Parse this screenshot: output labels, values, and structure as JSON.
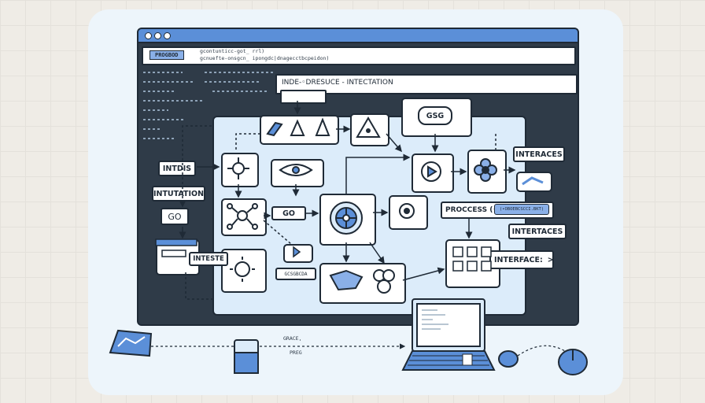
{
  "window": {
    "tag": "PROGBOD",
    "code_line_1": "gcontunticc-got_ rrl)",
    "code_line_2": "gcnuefte-onsgcn_ ipongdc|dnagecctbcpeidon)"
  },
  "labels": {
    "top_banner": "INDE-◦DRESUCE - INTECTATION",
    "gsg": "GSG",
    "go_center": "GO",
    "intdis": "INTDIS",
    "intutation": "INTUTATION",
    "go_left": "GO",
    "inteste": "INTESTE",
    "interaces_top": "INTERACES",
    "process": "PROCCESS (•",
    "process_chip": "(•OBOEBCSCCI.BKT)",
    "intertaces": "INTERTACES",
    "interface": "INTERFACE:",
    "small_chip": "GCSGBCDA",
    "connector_note_1": "GRACE,",
    "connector_note_2": "PREG"
  },
  "colors": {
    "accent": "#5b8fd8",
    "light_blue": "#dcecfa",
    "dark": "#1f2a36",
    "panel_bg": "#2f3b48"
  }
}
